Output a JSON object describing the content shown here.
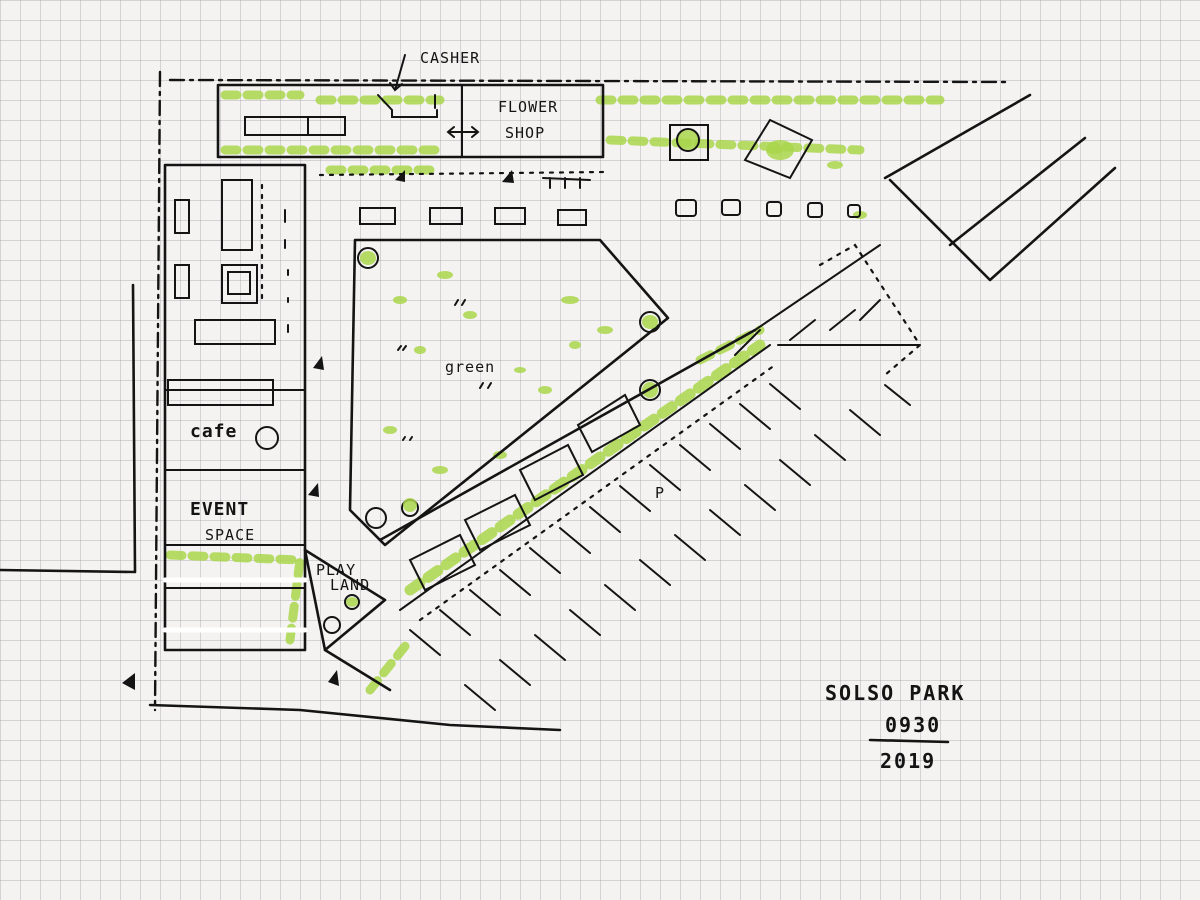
{
  "labels": {
    "casher": "CASHER",
    "flower_shop_line1": "FLOWER",
    "flower_shop_line2": "SHOP",
    "green": "green",
    "cafe": "cafe",
    "event_space_line1": "EVENT",
    "event_space_line2": "SPACE",
    "play_land_line1": "PLAY",
    "play_land_line2": "LAND",
    "parking": "P"
  },
  "signature": {
    "name": "SOLSO PARK",
    "date_top": "0930",
    "date_bottom": "2019"
  },
  "colors": {
    "ink": "#141414",
    "highlight": "#a9d64c",
    "paper": "#f4f3f1",
    "grid": "#9696a0"
  }
}
